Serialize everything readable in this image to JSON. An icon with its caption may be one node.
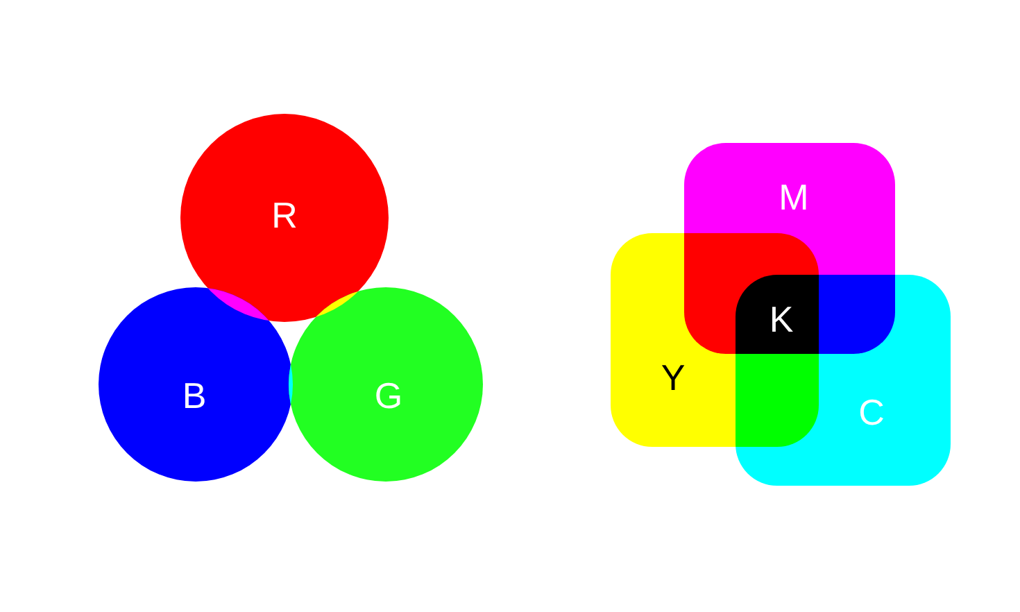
{
  "diagram": {
    "nodes": [
      {
        "text": [
          "R"
        ]
      },
      {
        "text": [
          "B"
        ]
      },
      {
        "text": [
          "G"
        ]
      },
      {
        "text": [
          "M"
        ]
      },
      {
        "text": [
          "Y"
        ]
      },
      {
        "text": [
          "C"
        ]
      }
    ],
    "edges": [],
    "labels": [
      "K"
    ]
  }
}
